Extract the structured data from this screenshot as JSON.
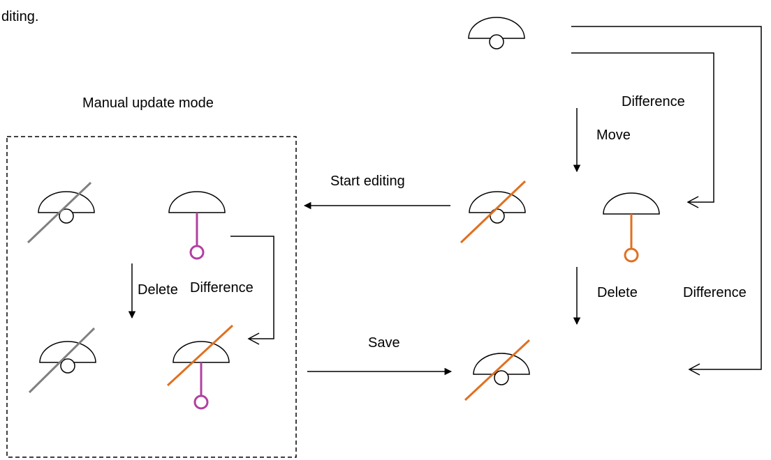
{
  "header_fragment": "diting.",
  "labels": {
    "manual_update_mode": "Manual update mode",
    "difference_top": "Difference",
    "move": "Move",
    "start_editing": "Start editing",
    "delete_left": "Delete",
    "difference_left": "Difference",
    "delete_right": "Delete",
    "difference_right": "Difference",
    "save": "Save"
  },
  "colors": {
    "ink": "#000000",
    "gray": "#808080",
    "orange": "#E07020",
    "magenta": "#B040A0"
  }
}
